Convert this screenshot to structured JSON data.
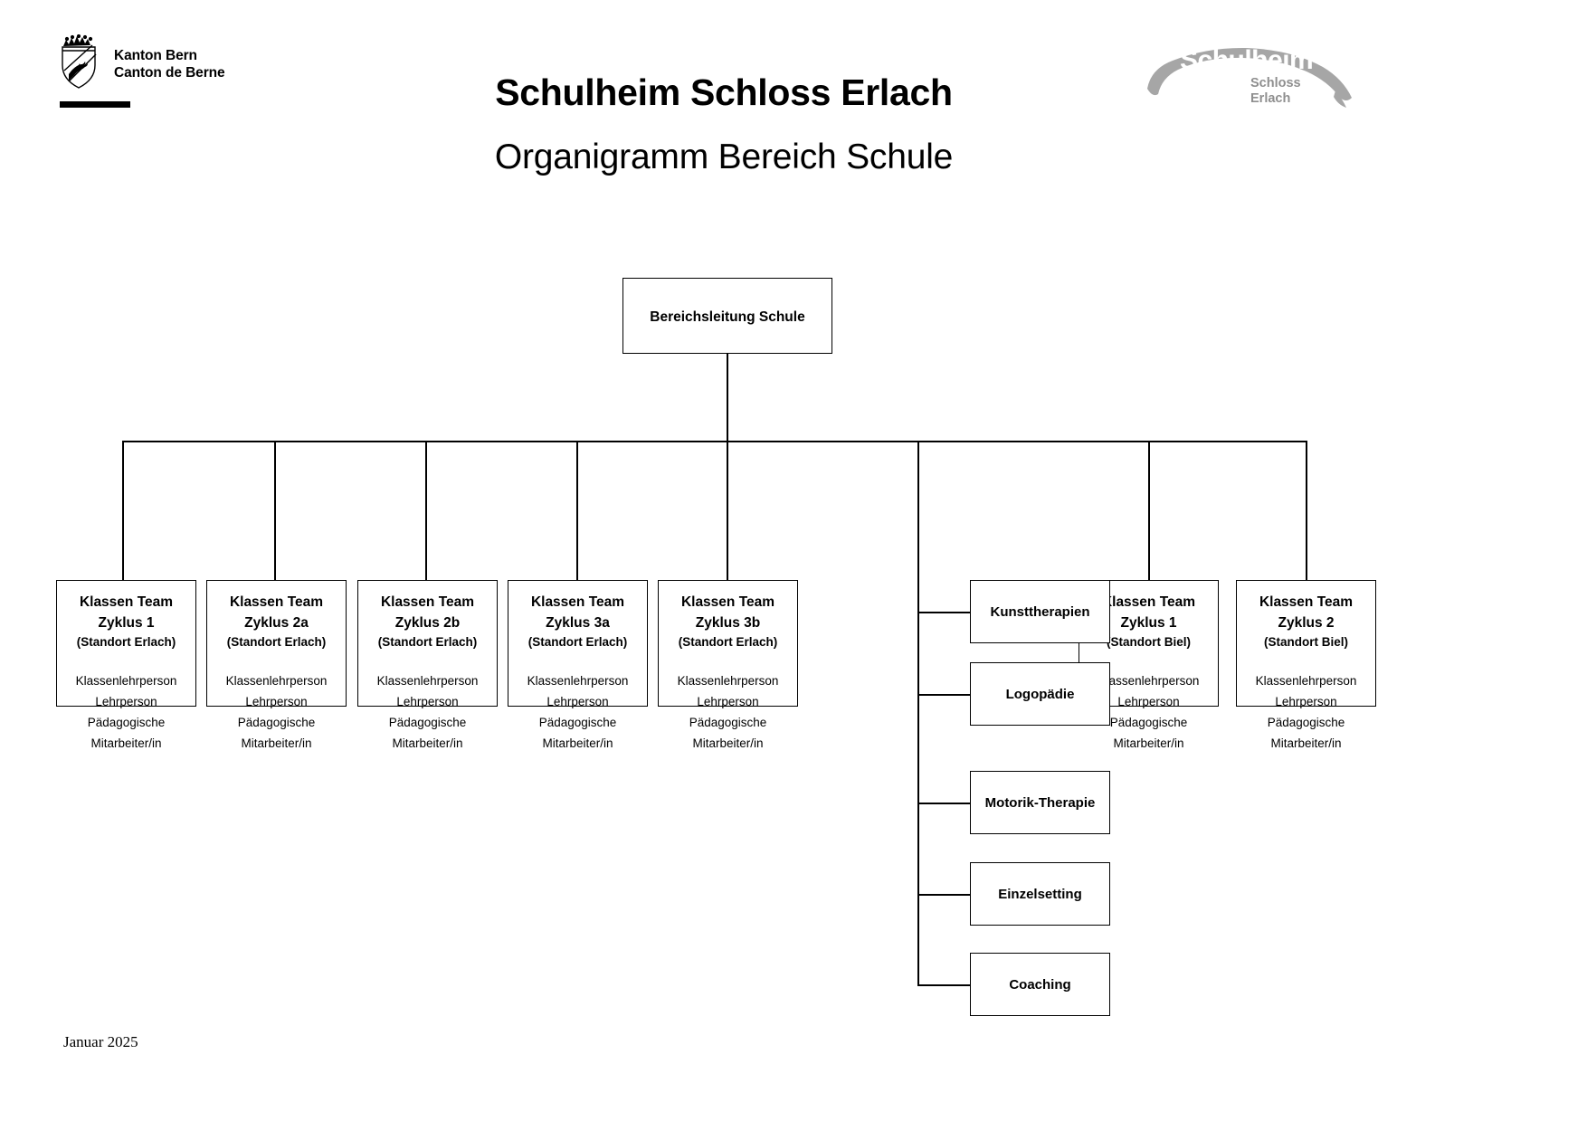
{
  "header": {
    "kanton_line1": "Kanton Bern",
    "kanton_line2": "Canton de Berne",
    "logo_word": "Schulheim",
    "logo_sub_line1": "Schloss",
    "logo_sub_line2": "Erlach",
    "title": "Schulheim Schloss Erlach",
    "subtitle": "Organigramm Bereich Schule"
  },
  "chart": {
    "root": {
      "label": "Bereichsleitung Schule"
    },
    "roles": {
      "line1": "Klassenlehrperson",
      "line2": "Lehrperson",
      "line3": "Pädagogische",
      "line4": "Mitarbeiter/in"
    },
    "teams": [
      {
        "title": "Klassen Team",
        "cycle": "Zyklus 1",
        "location": "(Standort Erlach)"
      },
      {
        "title": "Klassen Team",
        "cycle": "Zyklus 2a",
        "location": "(Standort Erlach)"
      },
      {
        "title": "Klassen Team",
        "cycle": "Zyklus 2b",
        "location": "(Standort Erlach)"
      },
      {
        "title": "Klassen Team",
        "cycle": "Zyklus 3a",
        "location": "(Standort Erlach)"
      },
      {
        "title": "Klassen Team",
        "cycle": "Zyklus 3b",
        "location": "(Standort Erlach)"
      },
      {
        "title": "Klassen Team",
        "cycle": "Zyklus 1",
        "location": "(Standort Biel)"
      },
      {
        "title": "Klassen Team",
        "cycle": "Zyklus 2",
        "location": "(Standort Biel)"
      }
    ],
    "therapies": [
      {
        "label": "Kunsttherapien"
      },
      {
        "label": "Logopädie"
      },
      {
        "label": "Motorik-Therapie"
      },
      {
        "label": "Einzelsetting"
      },
      {
        "label": "Coaching"
      }
    ]
  },
  "footer": {
    "date": "Januar 2025"
  },
  "colors": {
    "line": "#000000",
    "logo_grey": "#a6a6a6",
    "logo_sub_grey": "#8f8f8f",
    "background": "#ffffff"
  }
}
